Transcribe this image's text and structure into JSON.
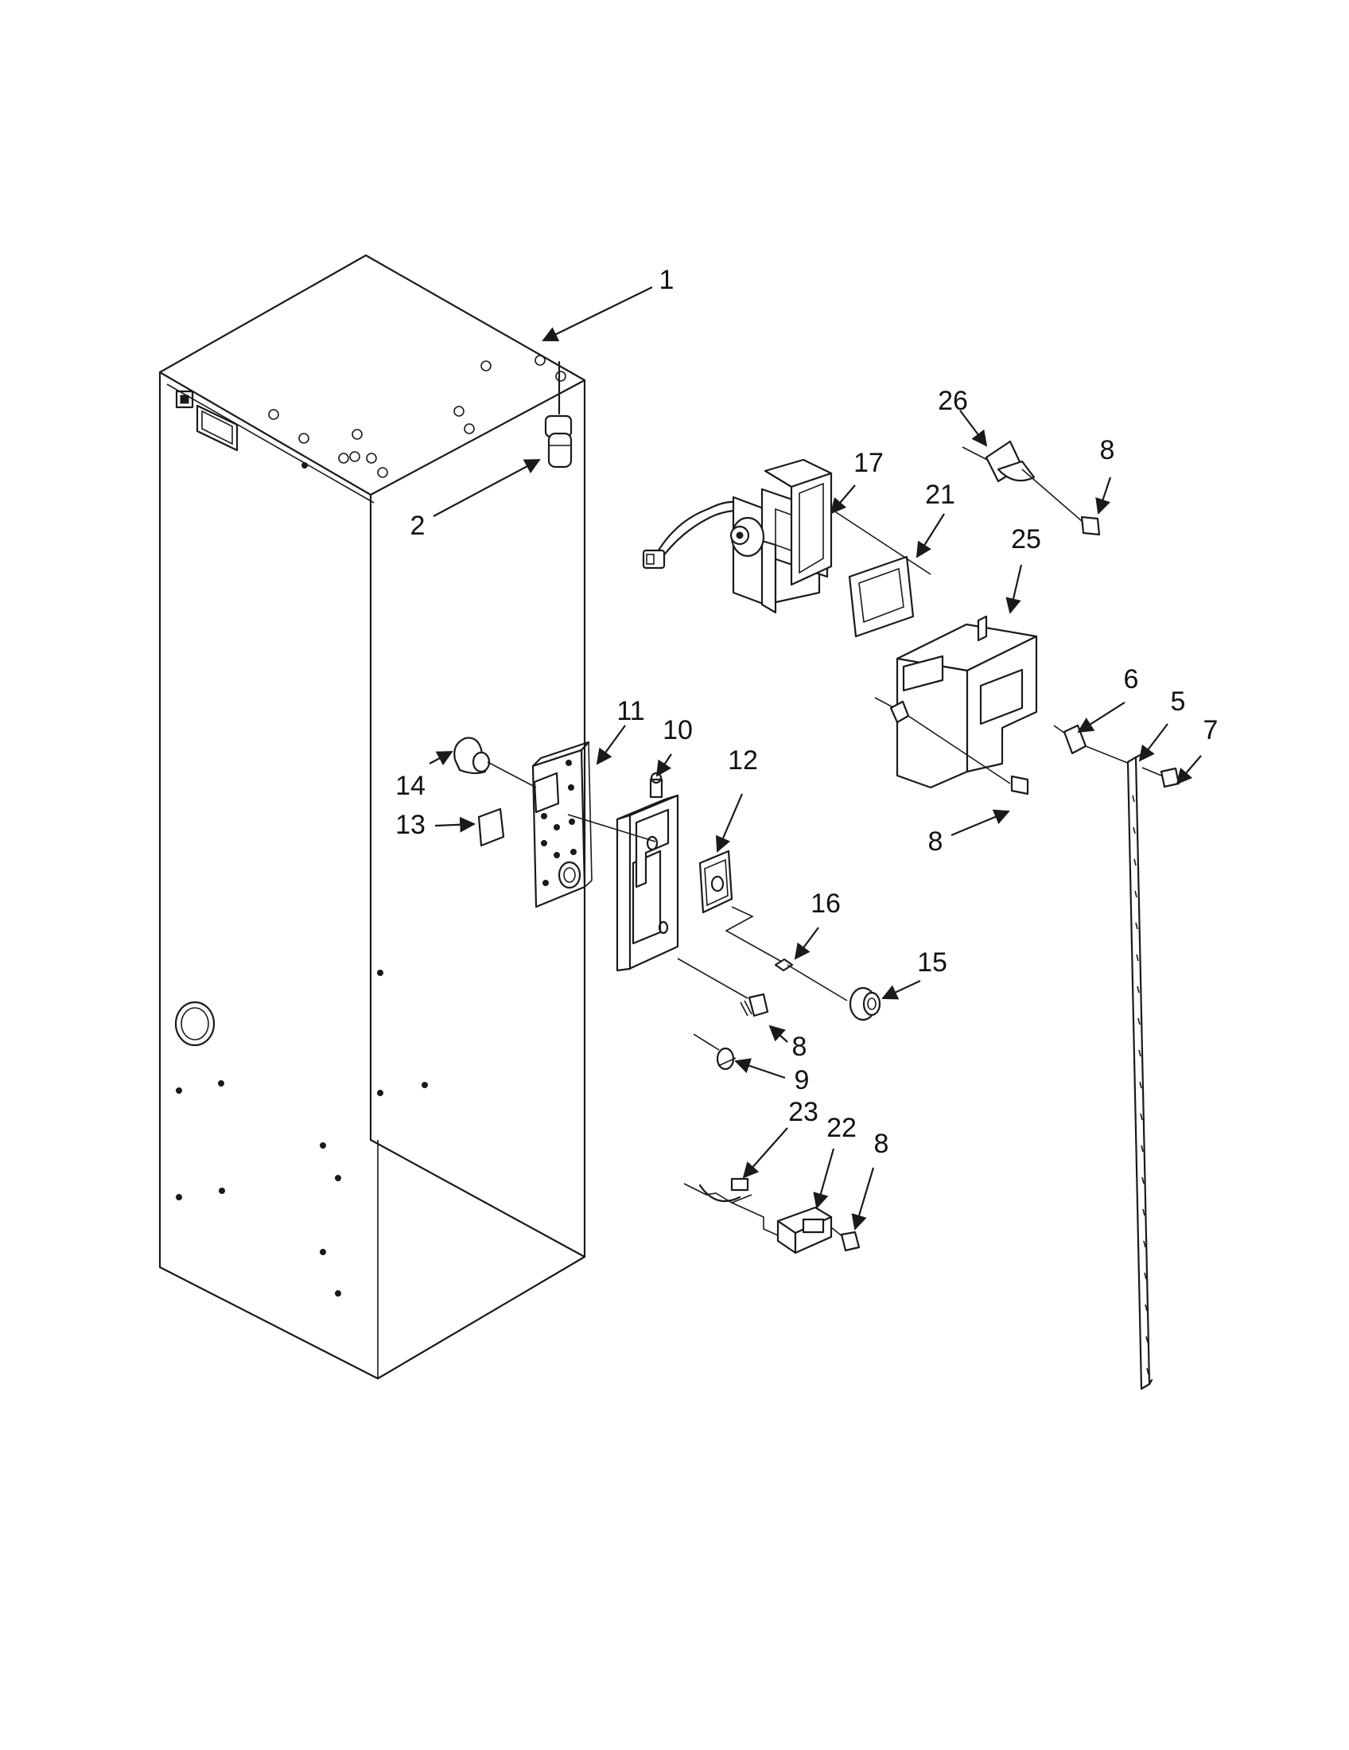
{
  "callouts": [
    {
      "id": "c1",
      "label": "1"
    },
    {
      "id": "c2",
      "label": "2"
    },
    {
      "id": "c26",
      "label": "26"
    },
    {
      "id": "c8a",
      "label": "8"
    },
    {
      "id": "c17",
      "label": "17"
    },
    {
      "id": "c21",
      "label": "21"
    },
    {
      "id": "c25",
      "label": "25"
    },
    {
      "id": "c11",
      "label": "11"
    },
    {
      "id": "c10",
      "label": "10"
    },
    {
      "id": "c12",
      "label": "12"
    },
    {
      "id": "c14",
      "label": "14"
    },
    {
      "id": "c13",
      "label": "13"
    },
    {
      "id": "c6",
      "label": "6"
    },
    {
      "id": "c5",
      "label": "5"
    },
    {
      "id": "c7",
      "label": "7"
    },
    {
      "id": "c8b",
      "label": "8"
    },
    {
      "id": "c16",
      "label": "16"
    },
    {
      "id": "c15",
      "label": "15"
    },
    {
      "id": "c8c",
      "label": "8"
    },
    {
      "id": "c9",
      "label": "9"
    },
    {
      "id": "c23",
      "label": "23"
    },
    {
      "id": "c22",
      "label": "22"
    },
    {
      "id": "c8d",
      "label": "8"
    }
  ]
}
